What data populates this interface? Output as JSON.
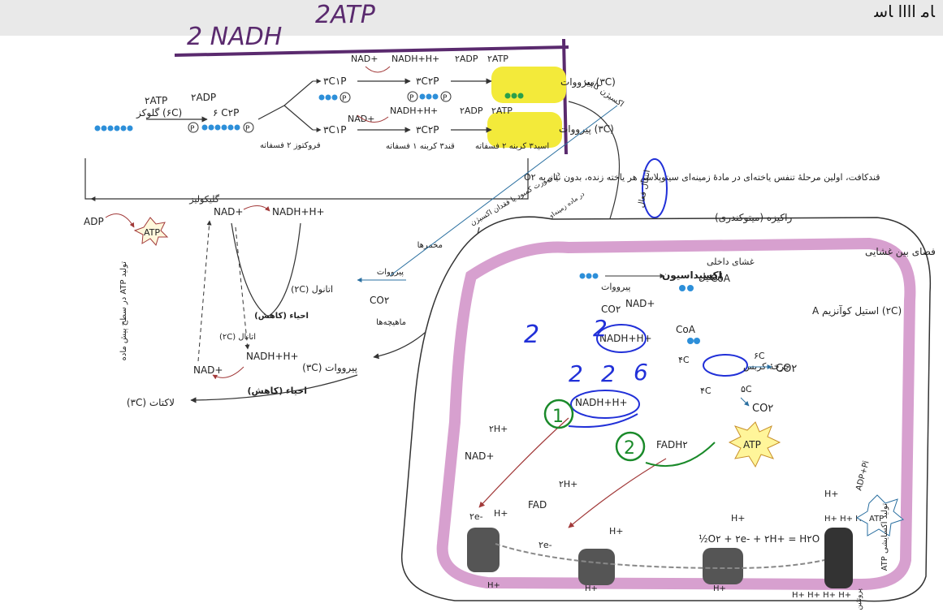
{
  "top_bar": {
    "text": "ﺎﻣ ﺍﺍﺍﺍ ﺎﺳ"
  },
  "handwriting": {
    "nadh_total": "2 NADH",
    "atp_total": "2ATP",
    "n_2a": "2",
    "n_2b": "2",
    "n_2c": "2",
    "n_2d": "2",
    "n_6": "6",
    "green_1": "1",
    "green_2": "2"
  },
  "glycolysis": {
    "glucose": "(۶C) گلوکز",
    "atp_in": "۲ATP",
    "adp_out": "۲ADP",
    "fructose_p": "۶ C۲P",
    "fructose_label": "فروکتوز ۲ فسفاته",
    "c3p_top": "۳C۱P",
    "c3p_bottom": "۳C۱P",
    "c3p_label": "قند۳ کربنه ۱ فسفاته",
    "c3p2_top": "۳C۲P",
    "c3p2_bottom": "۳C۲P",
    "c3p2_label": "اسید۳ کربنه ۲ فسفاته",
    "nad_top": "NAD+",
    "nadh_top": "NADH+H+",
    "adp_top": "۲ADP",
    "atp_top": "۲ATP",
    "nad_bottom": "NAD+",
    "nadh_bottom": "NADH+H+",
    "adp_bottom": "۲ADP",
    "atp_bottom": "۲ATP",
    "pyruvate_top": "(۳C) پیرووات",
    "pyruvate_bottom": "(۳C) پیرووات",
    "p_mark": "P",
    "summary": "قندکافت، اولین مرحلهٔ تنفس یاخته‌ای در مادهٔ زمینه‌ای سیتوپلاسم هر یاخته زنده، بدون نیاز به O۲",
    "glycolysis_arrow": "گلیکولیز"
  },
  "substrate_atp": {
    "adp": "ADP",
    "atp": "ATP",
    "label": "تولید ATP در سطح پیش ماده"
  },
  "fermentation": {
    "nad_top": "NAD+",
    "nadh_top": "NADH+H+",
    "ethanol": "اتانول (۲C)",
    "acetaldehyde": "اتانال (۲C)",
    "co2": "CO۲",
    "regen_top": "احیاء (کاهش)",
    "pyruvate_muscle": "پیرووات (۳C)",
    "nadh_bottom": "NADH+H+",
    "nad_bottom": "NAD+",
    "lactate": "لاکتات (۳C)",
    "regen_bottom": "احیاء (کاهش)",
    "yeast": "مخمرها",
    "muscles": "ماهیچه‌ها",
    "pyruvate_small": "پیرووات"
  },
  "path_labels": {
    "oxygen_enough": "اکسیژن کافی",
    "low_oxygen": "در صورت کمبود یا فقدان اکسیژن",
    "low_oxygen2": "در ماده زمینه‌ای سیتوپلاسم، تنفس بی‌هوازی انجام می‌شود",
    "active_transport": "انتقال فعال"
  },
  "mitochondrion": {
    "title": "راکیزه (میتوکندری)",
    "intermembrane": "فضای بین غشایی",
    "inner_membrane": "غشای داخلی",
    "pyruvate": "پیرووات",
    "oxidation": "اکسیداسیون",
    "acetyl": "استیل",
    "coa": "CoA",
    "acetyl_coa": "(۲C) استیل کوآنزیم A",
    "nad": "NAD+",
    "co2_a": "CO۲",
    "nadh_a": "NADH+H+",
    "coa_b": "CoA",
    "krebs": "چرخهٔ کربس",
    "c4_left": "۴C",
    "c6": "۶C",
    "c5": "۵C",
    "c4_bottom": "۴C",
    "co2_b": "CO۲",
    "co2_c": "CO۲",
    "nadh_b": "NADH+H+",
    "fadh": "FADH۲",
    "atp": "ATP",
    "h2_a": "۲H+",
    "nad_b": "NAD+",
    "h2_b": "۲H+",
    "fad": "FAD",
    "e2_a": "۲e-",
    "e2_b": "۲e-",
    "h_a": "H+",
    "h_b": "H+",
    "h_c": "H+",
    "h_d": "H+",
    "o2_eq": "½O۲ + ۲e- + ۲H+ = H۲O",
    "ox_phos": "تولید اکسایشی ATP",
    "adp_pi": "ADP+Pi",
    "atp_synth": "ATP",
    "proton_channel": "پروتئین ATP ساز",
    "h_cluster_top": "H+ H+ H+",
    "h_cluster_bottom": "H+ H+ H+ H+",
    "h_bottom_a": "H+",
    "h_bottom_b": "H+",
    "h_bottom_c": "H+"
  },
  "colors": {
    "handwriting_purple": "#5a2a6e",
    "handwriting_blue": "#2130d8",
    "handwriting_green": "#1a8a2a",
    "highlight": "#f3ea3a",
    "membrane": "#d7a0cf",
    "arrow_red": "#a23a3a",
    "arrow_blue": "#2a6fa0",
    "glucose_blue": "#2d8fd9"
  }
}
